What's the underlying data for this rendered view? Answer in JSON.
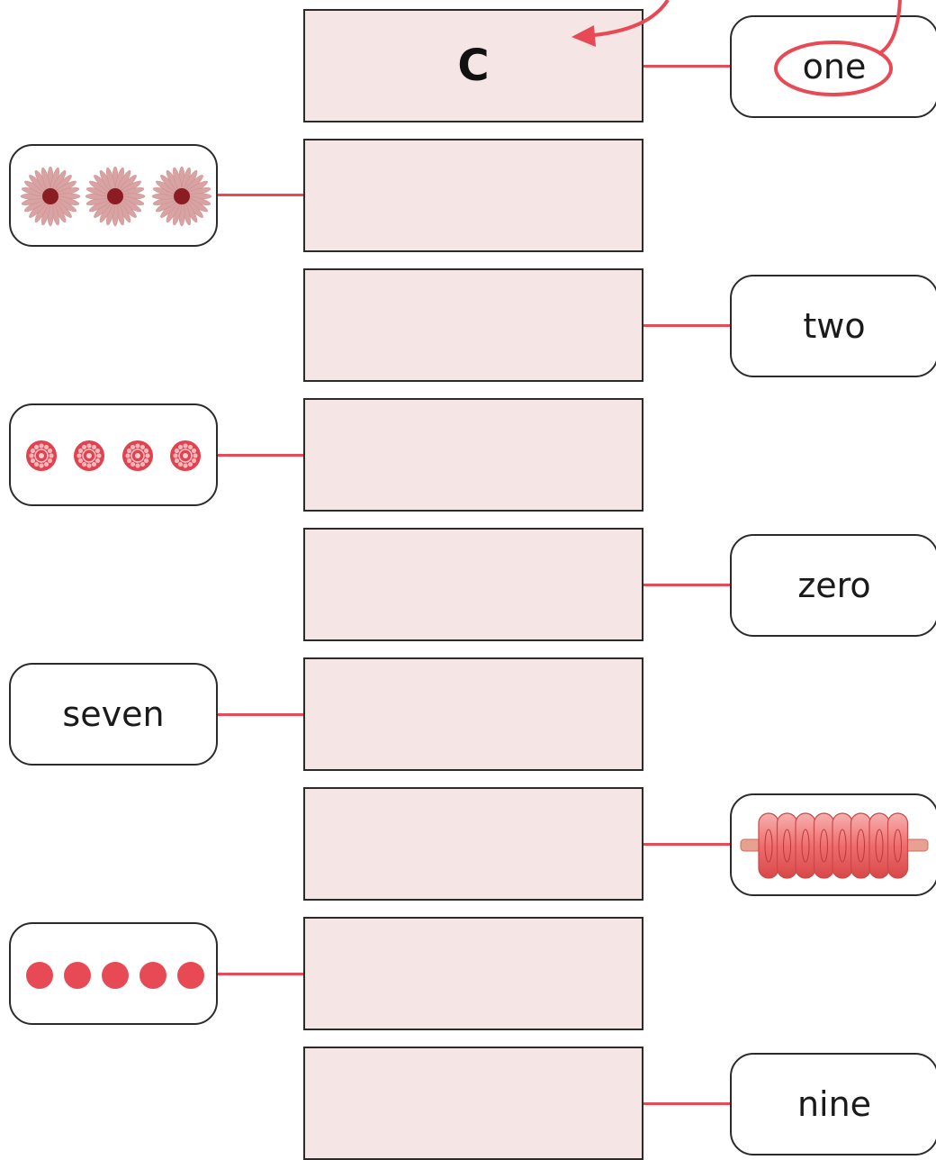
{
  "colors": {
    "box_fill": "#f5e5e4",
    "border": "#2b2b2b",
    "accent": "#e84a55",
    "flower_petal": "#d9a3a3",
    "flower_center": "#8c1c24",
    "dot": "#e84a55"
  },
  "rows": [
    {
      "answer": "C",
      "clue_side": "right",
      "clue_type": "word",
      "clue_text": "one"
    },
    {
      "answer": "",
      "clue_side": "left",
      "clue_type": "picture",
      "picture": "flowers",
      "count": 3
    },
    {
      "answer": "",
      "clue_side": "right",
      "clue_type": "word",
      "clue_text": "two"
    },
    {
      "answer": "",
      "clue_side": "left",
      "clue_type": "picture",
      "picture": "rosettes",
      "count": 4
    },
    {
      "answer": "",
      "clue_side": "right",
      "clue_type": "word",
      "clue_text": "zero"
    },
    {
      "answer": "",
      "clue_side": "left",
      "clue_type": "word",
      "clue_text": "seven"
    },
    {
      "answer": "",
      "clue_side": "right",
      "clue_type": "picture",
      "picture": "ring-stack",
      "count": 8
    },
    {
      "answer": "",
      "clue_side": "left",
      "clue_type": "picture",
      "picture": "dots",
      "count": 5
    },
    {
      "answer": "",
      "clue_side": "right",
      "clue_type": "word",
      "clue_text": "nine"
    }
  ],
  "example_marker": {
    "circled_word": "one",
    "arrow_target": "answer-box-1"
  }
}
